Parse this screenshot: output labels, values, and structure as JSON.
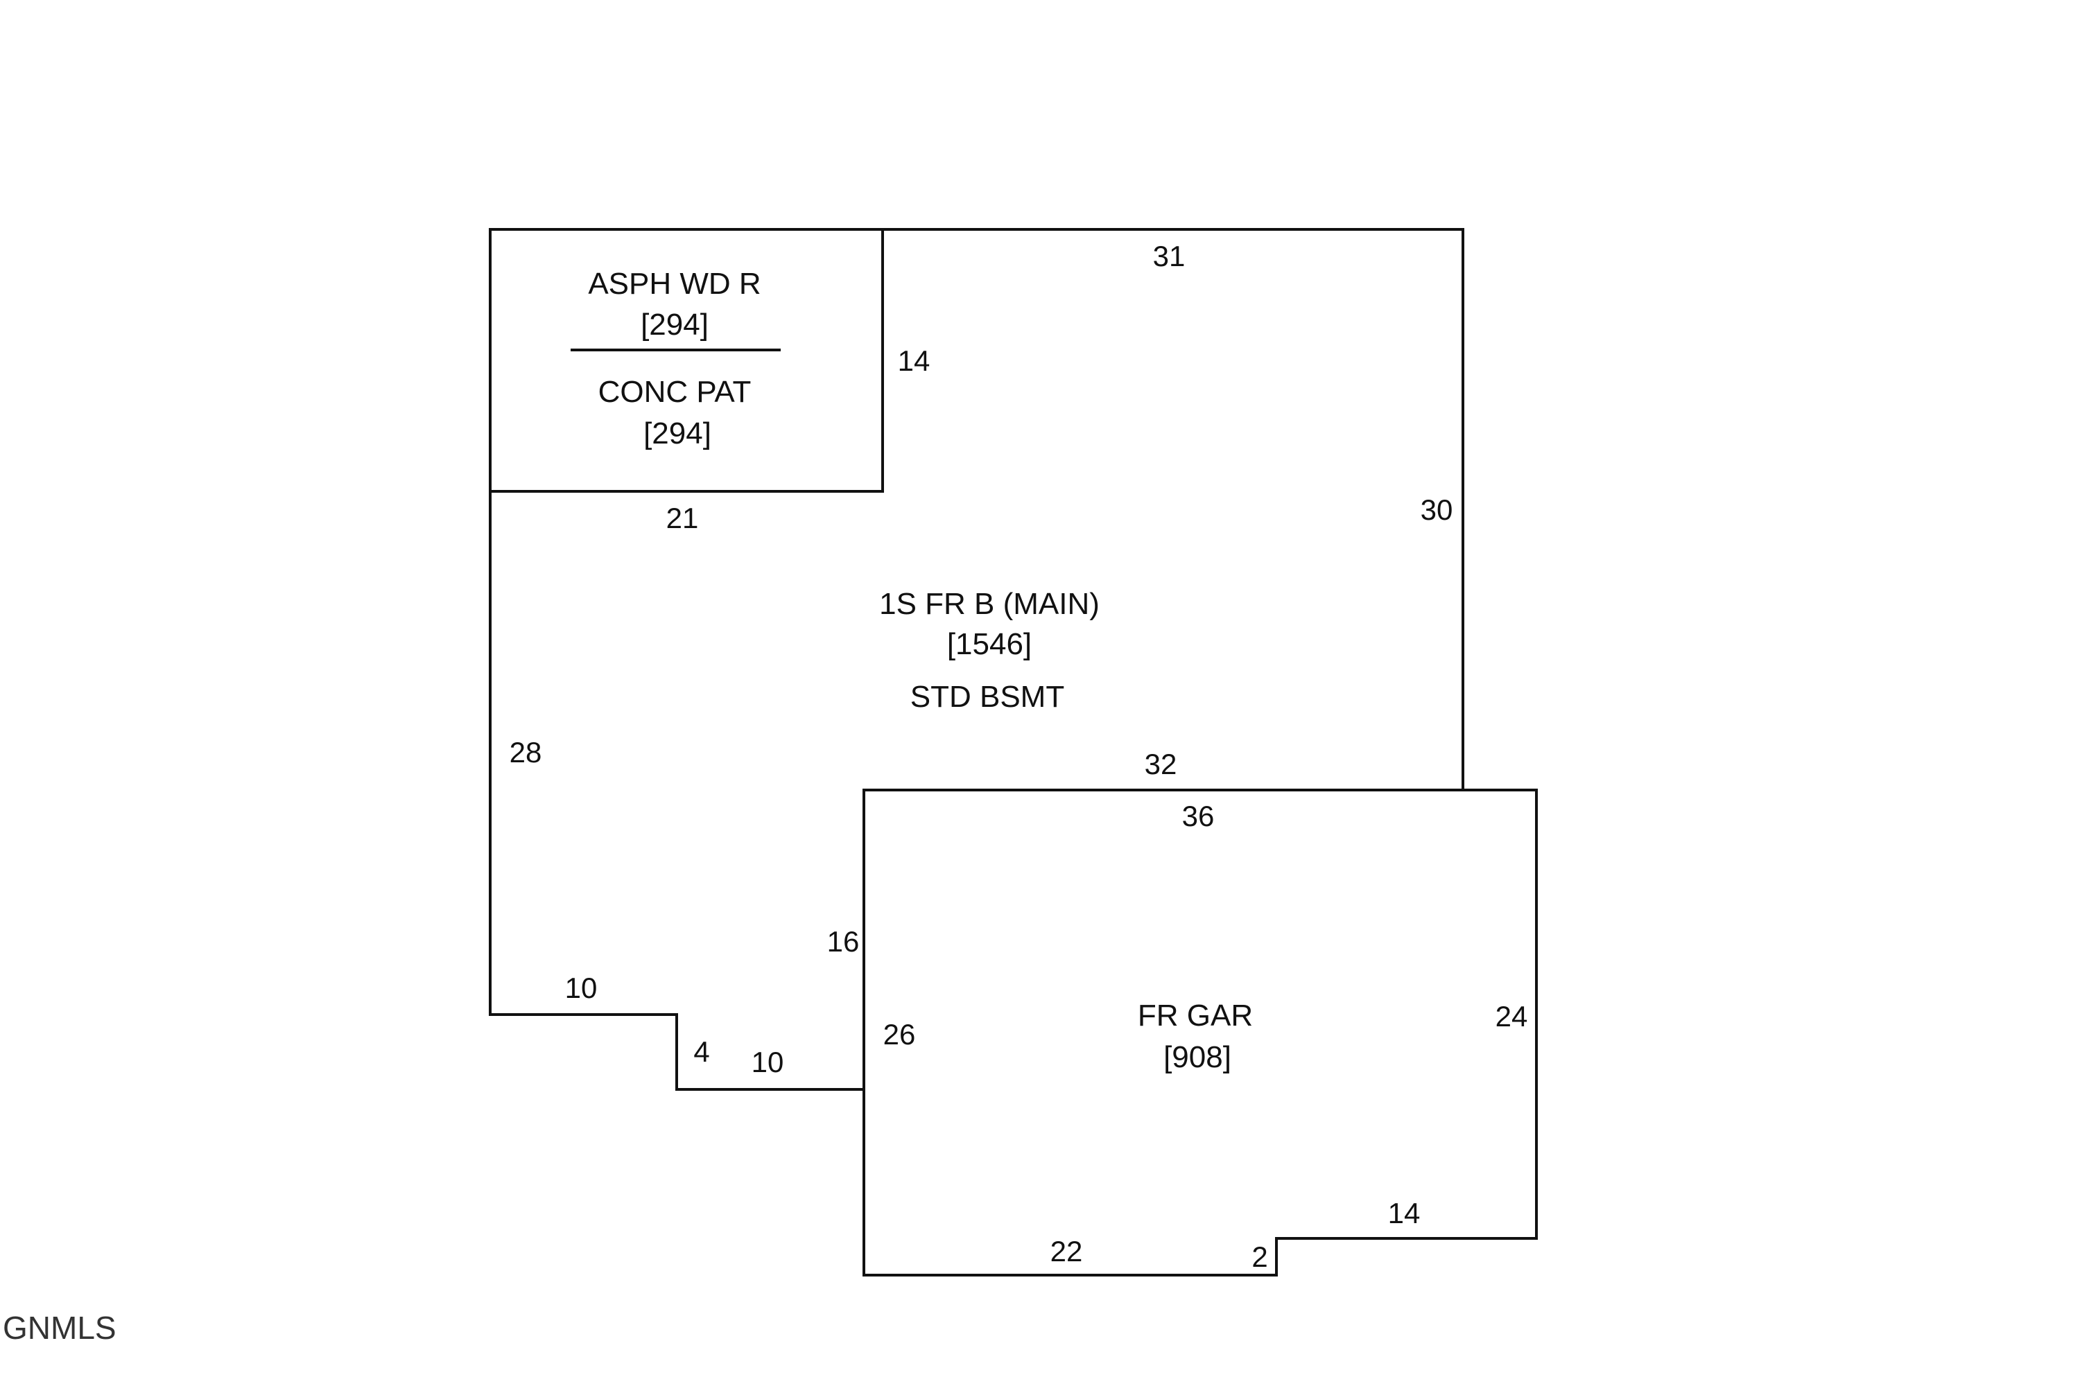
{
  "areas": {
    "deck": {
      "upper_name": "ASPH WD R",
      "upper_area": "[294]",
      "lower_name": "CONC PAT",
      "lower_area": "[294]"
    },
    "main": {
      "name": "1S FR B (MAIN)",
      "area": "[1546]",
      "basement": "STD BSMT"
    },
    "garage": {
      "name": "FR GAR",
      "area": "[908]"
    }
  },
  "dimensions": {
    "main_top": "31",
    "deck_right": "14",
    "main_right": "30",
    "deck_bottom": "21",
    "main_left": "28",
    "main_bottom": "32",
    "garage_top": "36",
    "main_inner_right": "16",
    "step_top": "10",
    "step_side": "4",
    "step_bottom": "10",
    "garage_left": "26",
    "garage_right": "24",
    "garage_step_top": "14",
    "garage_bottom": "22",
    "garage_step_side": "2"
  },
  "watermark": "GNMLS"
}
